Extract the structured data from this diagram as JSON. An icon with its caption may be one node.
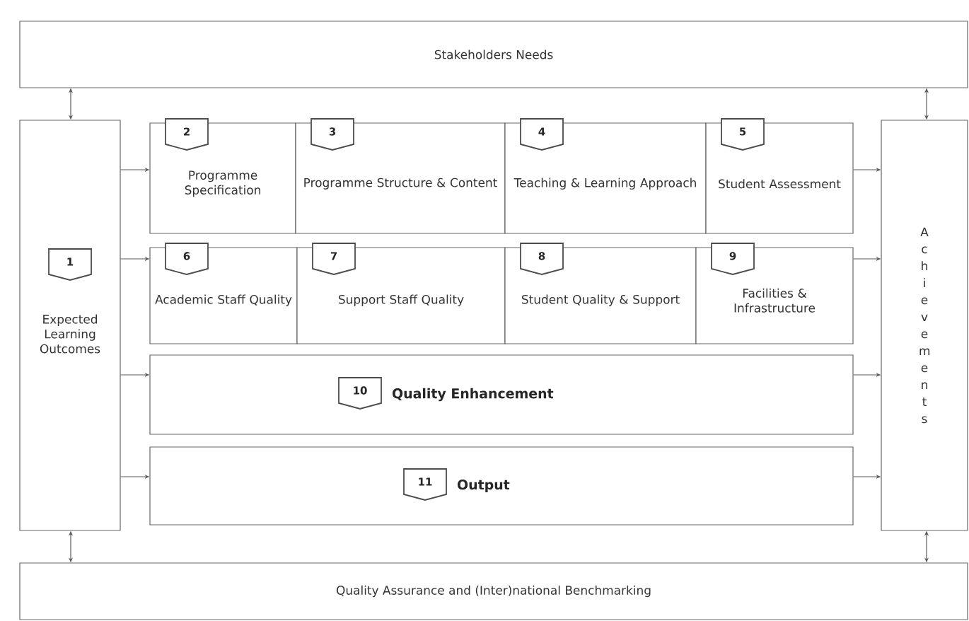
{
  "diagram": {
    "nodes": [
      {
        "text": [
          "Stakeholders Needs"
        ]
      },
      {
        "text": [
          "1",
          "Expected Learning Outcomes"
        ]
      },
      {
        "text": [
          "2",
          "Programme Specification"
        ]
      },
      {
        "text": [
          "3",
          "Programme Structure & Content"
        ]
      },
      {
        "text": [
          "4",
          "Teaching & Learning Approach"
        ]
      },
      {
        "text": [
          "5",
          "Student Assessment"
        ]
      },
      {
        "text": [
          "6",
          "Academic Staff Quality"
        ]
      },
      {
        "text": [
          "7",
          "Support Staff Quality"
        ]
      },
      {
        "text": [
          "8",
          "Student Quality & Support"
        ]
      },
      {
        "text": [
          "9",
          "Facilities & Infrastructure"
        ]
      },
      {
        "text": [
          "10",
          "Quality Enhancement"
        ]
      },
      {
        "text": [
          "11",
          "Output"
        ]
      },
      {
        "text": [
          "Achievements"
        ]
      },
      {
        "text": [
          "Quality Assurance and (Inter)national Benchmarking"
        ]
      }
    ],
    "edges": [
      {
        "from": 0,
        "to": 1,
        "arrow": "both"
      },
      {
        "from": 0,
        "to": 12,
        "arrow": "both"
      },
      {
        "from": 1,
        "to": 2,
        "arrow": "to"
      },
      {
        "from": 1,
        "to": 6,
        "arrow": "to"
      },
      {
        "from": 1,
        "to": 10,
        "arrow": "to"
      },
      {
        "from": 1,
        "to": 11,
        "arrow": "to"
      },
      {
        "from": 5,
        "to": 12,
        "arrow": "to"
      },
      {
        "from": 9,
        "to": 12,
        "arrow": "to"
      },
      {
        "from": 10,
        "to": 12,
        "arrow": "to"
      },
      {
        "from": 11,
        "to": 12,
        "arrow": "to"
      },
      {
        "from": 1,
        "to": 13,
        "arrow": "both"
      },
      {
        "from": 12,
        "to": 13,
        "arrow": "both"
      }
    ]
  }
}
